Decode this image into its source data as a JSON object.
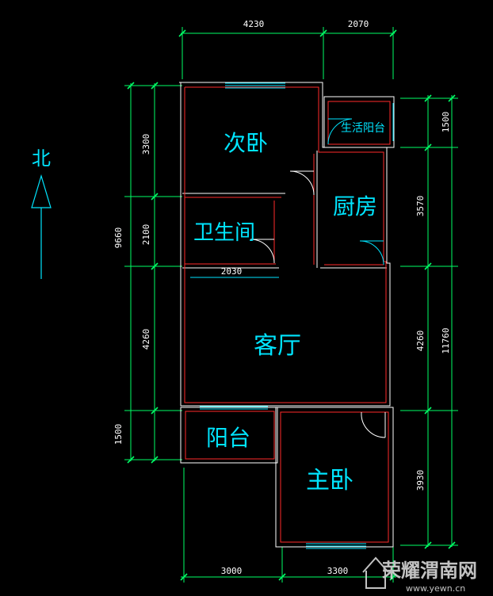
{
  "dimensions": {
    "top_left": "4230",
    "top_right": "2070",
    "left_bed2": "3300",
    "left_bath": "2100",
    "left_living": "4260",
    "left_balcony": "1500",
    "left_total": "9660",
    "right_balcony": "1500",
    "right_kitchen": "3570",
    "right_living": "4260",
    "right_master": "3930",
    "right_total": "11760",
    "inner_bath": "2030",
    "bottom_left": "3000",
    "bottom_right": "3300"
  },
  "rooms": {
    "secondary_bedroom": "次卧",
    "bathroom": "卫生间",
    "kitchen": "厨房",
    "utility_balcony": "生活阳台",
    "living_room": "客厅",
    "balcony": "阳台",
    "master_bedroom": "主卧"
  },
  "north": "北",
  "watermark": {
    "brand": "荣耀渭南网",
    "url": "www.yewn.cn"
  },
  "colors": {
    "dimension": "#00ff66",
    "wall_outer": "#ffffff",
    "wall_inner": "#ff2a2a",
    "room_text": "#00e5ff",
    "window": "#00e5ff",
    "door": "#ffffff"
  }
}
